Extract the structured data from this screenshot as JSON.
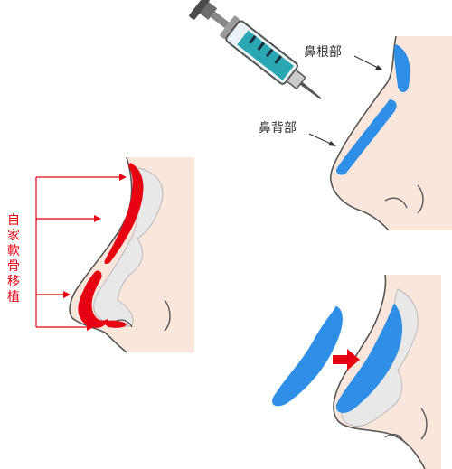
{
  "labels": {
    "nasal_root": "鼻根部",
    "nasal_dorsum": "鼻背部",
    "autologous_cartilage_graft": "自家軟骨移植"
  },
  "colors": {
    "skin": "#fbe6dc",
    "outline": "#555555",
    "implant_blue": "#2f8fe6",
    "cartilage_red": "#e60012",
    "arrow_red": "#e60012",
    "bone_gray": "#e8e8e8",
    "syringe_fluid": "#2aa7b3"
  },
  "icons": [
    "syringe-icon",
    "right-arrow-icon"
  ]
}
